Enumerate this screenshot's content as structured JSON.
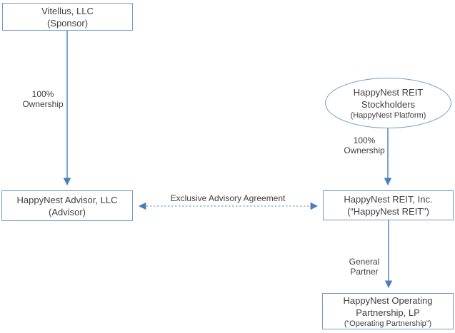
{
  "diagram": {
    "nodes": {
      "sponsor": {
        "lines": [
          "Vitellus, LLC",
          "(Sponsor)"
        ]
      },
      "stockholders": {
        "lines": [
          "HappyNest REIT",
          "Stockholders",
          "(HappyNest Platform)"
        ]
      },
      "advisor": {
        "lines": [
          "HappyNest Advisor, LLC",
          "(Advisor)"
        ]
      },
      "reit": {
        "lines": [
          "HappyNest REIT, Inc.",
          "(“HappyNest REIT”)"
        ]
      },
      "operating": {
        "lines": [
          "HappyNest Operating",
          "Partnership, LP",
          "(“Operating Partnership”)"
        ]
      }
    },
    "edges": {
      "sponsor_to_advisor": {
        "label_line1": "100%",
        "label_line2": "Ownership"
      },
      "stockholders_to_reit": {
        "label_line1": "100%",
        "label_line2": "Ownership"
      },
      "advisor_reit_agreement": {
        "label": "Exclusive Advisory Agreement"
      },
      "reit_to_operating": {
        "label_line1": "General",
        "label_line2": "Partner"
      }
    },
    "colors": {
      "box-border": "#739cc7",
      "arrow": "#4a7ebb",
      "dash": "#95b3d7",
      "label-text": "#404040"
    }
  }
}
